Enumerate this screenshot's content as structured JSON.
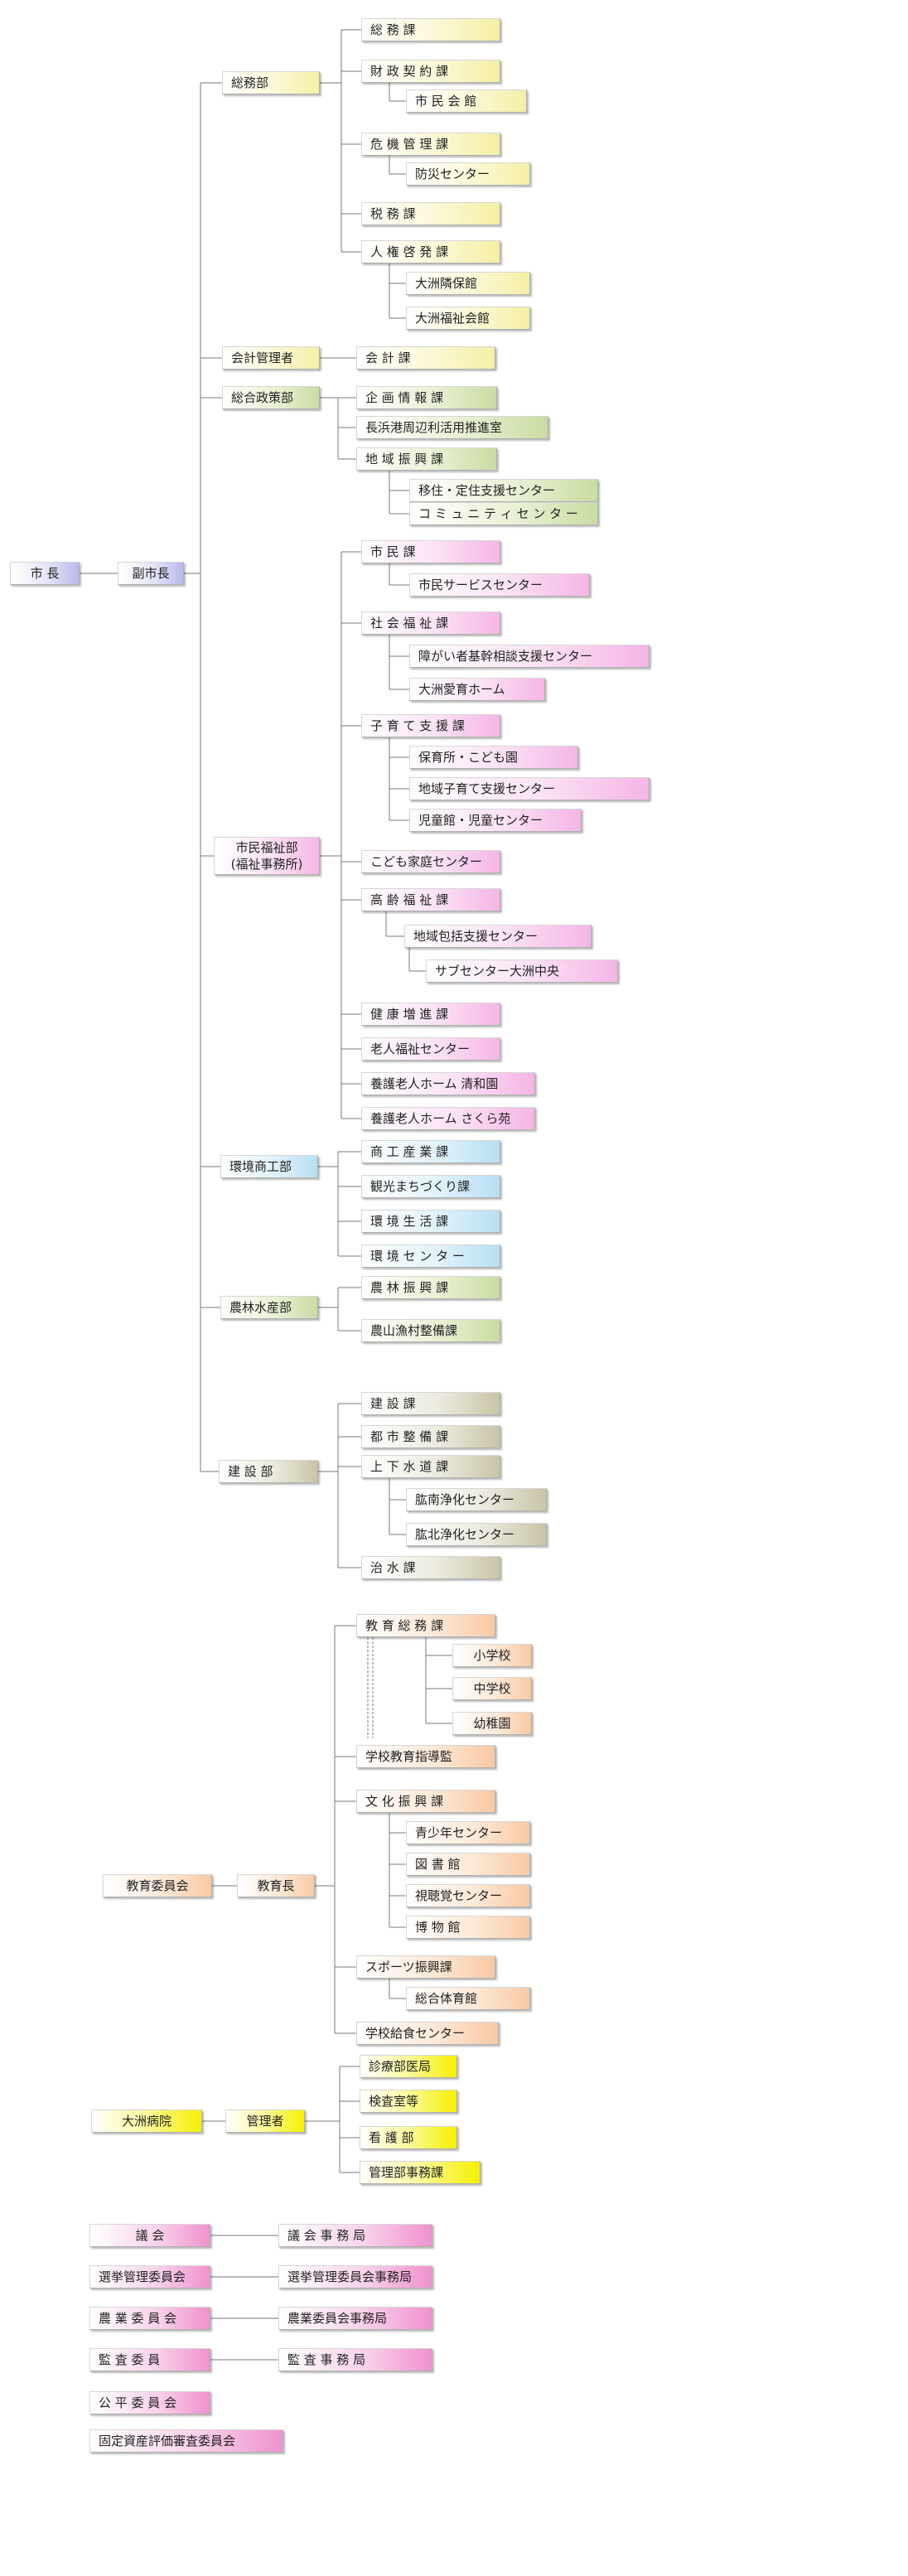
{
  "nodes": [
    {
      "id": "mayor",
      "label": "市 長",
      "color": "violet",
      "interactable": false
    },
    {
      "id": "vice_mayor",
      "label": "副市長",
      "color": "violet",
      "interactable": false
    },
    {
      "id": "somu_dept",
      "label": "総務部",
      "color": "yellow",
      "interactable": false
    },
    {
      "id": "somu_ka",
      "label": "総 務 課",
      "color": "yellow",
      "interactable": false
    },
    {
      "id": "zaisei_ka",
      "label": "財 政 契 約 課",
      "color": "yellow",
      "interactable": false
    },
    {
      "id": "shimin_kaikan",
      "label": "市 民 会 館",
      "color": "yellow",
      "interactable": false
    },
    {
      "id": "kiki_ka",
      "label": "危 機 管 理 課",
      "color": "yellow",
      "interactable": false
    },
    {
      "id": "bosai_center",
      "label": "防災センター",
      "color": "yellow",
      "interactable": false
    },
    {
      "id": "zeimu_ka",
      "label": "税 務 課",
      "color": "yellow",
      "interactable": false
    },
    {
      "id": "jinken_ka",
      "label": "人 権 啓 発 課",
      "color": "yellow",
      "interactable": false
    },
    {
      "id": "ozu_rinpo",
      "label": "大洲隣保館",
      "color": "yellow",
      "interactable": false
    },
    {
      "id": "ozu_fukushi_kaikan",
      "label": "大洲福祉会館",
      "color": "yellow",
      "interactable": false
    },
    {
      "id": "kaikei_kanri",
      "label": "会計管理者",
      "color": "yellow",
      "interactable": false
    },
    {
      "id": "kaikei_ka",
      "label": "会 計 課",
      "color": "yellow",
      "interactable": false
    },
    {
      "id": "sogo_dept",
      "label": "総合政策部",
      "color": "green",
      "interactable": false
    },
    {
      "id": "kikaku_ka",
      "label": "企 画 情 報 課",
      "color": "green",
      "interactable": false
    },
    {
      "id": "nagahama_ko",
      "label": "長浜港周辺利活用推進室",
      "color": "green",
      "interactable": false
    },
    {
      "id": "chiiki_shinko_ka",
      "label": "地 域 振 興 課",
      "color": "green",
      "interactable": false
    },
    {
      "id": "iju_center",
      "label": "移住・定住支援センター",
      "color": "green",
      "interactable": false
    },
    {
      "id": "community_center",
      "label": "コ ミ ュ ニ テ ィ セ ン タ ー",
      "color": "green",
      "interactable": false
    },
    {
      "id": "fukushi_dept_1",
      "label": "市民福祉部",
      "color": "pink",
      "interactable": false
    },
    {
      "id": "fukushi_dept_2",
      "label": "(福祉事務所)",
      "color": "pink",
      "interactable": false
    },
    {
      "id": "shimin_ka",
      "label": "市 民 課",
      "color": "pink",
      "interactable": false
    },
    {
      "id": "shimin_service",
      "label": "市民サービスセンター",
      "color": "pink",
      "interactable": false
    },
    {
      "id": "shakai_fukushi_ka",
      "label": "社 会 福 祉 課",
      "color": "pink",
      "interactable": false
    },
    {
      "id": "shogai_center",
      "label": "障がい者基幹相談支援センター",
      "color": "pink",
      "interactable": false
    },
    {
      "id": "ozu_aiiku",
      "label": "大洲愛育ホーム",
      "color": "pink",
      "interactable": false
    },
    {
      "id": "kosodate_ka",
      "label": "子 育 て 支 援 課",
      "color": "pink",
      "interactable": false
    },
    {
      "id": "hoikusho",
      "label": "保育所・こども園",
      "color": "pink",
      "interactable": false
    },
    {
      "id": "chiiki_kosodate",
      "label": "地域子育て支援センター",
      "color": "pink",
      "interactable": false
    },
    {
      "id": "jidokan",
      "label": "児童館・児童センター",
      "color": "pink",
      "interactable": false
    },
    {
      "id": "kodomo_katei",
      "label": "こども家庭センター",
      "color": "pink",
      "interactable": false
    },
    {
      "id": "korei_fukushi_ka",
      "label": "高 齢 福 祉 課",
      "color": "pink",
      "interactable": false
    },
    {
      "id": "chiiki_hokatsu",
      "label": "地域包括支援センター",
      "color": "pink",
      "interactable": false
    },
    {
      "id": "sub_center",
      "label": "サブセンター大洲中央",
      "color": "pink",
      "interactable": false
    },
    {
      "id": "kenko_ka",
      "label": "健 康 増 進 課",
      "color": "pink",
      "interactable": false
    },
    {
      "id": "rojin_fukushi",
      "label": "老人福祉センター",
      "color": "pink",
      "interactable": false
    },
    {
      "id": "yogo_seiwa",
      "label": "養護老人ホーム 清和園",
      "color": "pink",
      "interactable": false
    },
    {
      "id": "yogo_sakura",
      "label": "養護老人ホーム さくら苑",
      "color": "pink",
      "interactable": false
    },
    {
      "id": "kankyo_dept",
      "label": "環境商工部",
      "color": "blue",
      "interactable": false
    },
    {
      "id": "shoko_ka",
      "label": "商 工 産 業 課",
      "color": "blue",
      "interactable": false
    },
    {
      "id": "kanko_ka",
      "label": "観光まちづくり課",
      "color": "blue",
      "interactable": false
    },
    {
      "id": "kankyo_seikatsu_ka",
      "label": "環 境 生 活 課",
      "color": "blue",
      "interactable": false
    },
    {
      "id": "kankyo_center",
      "label": "環 境 セ ン タ ー",
      "color": "blue",
      "interactable": false
    },
    {
      "id": "norin_dept",
      "label": "農林水産部",
      "color": "green",
      "interactable": false
    },
    {
      "id": "norin_ka",
      "label": "農 林 振 興 課",
      "color": "green",
      "interactable": false
    },
    {
      "id": "nosan_ka",
      "label": "農山漁村整備課",
      "color": "green",
      "interactable": false
    },
    {
      "id": "kensetsu_dept",
      "label": "建 設 部",
      "color": "tan",
      "interactable": false
    },
    {
      "id": "kensetsu_ka",
      "label": "建 設 課",
      "color": "tan",
      "interactable": false
    },
    {
      "id": "toshi_ka",
      "label": "都 市 整 備 課",
      "color": "tan",
      "interactable": false
    },
    {
      "id": "josuido_ka",
      "label": "上 下 水 道 課",
      "color": "tan",
      "interactable": false
    },
    {
      "id": "hijinan_jouka",
      "label": "肱南浄化センター",
      "color": "tan",
      "interactable": false
    },
    {
      "id": "hijihoku_jouka",
      "label": "肱北浄化センター",
      "color": "tan",
      "interactable": false
    },
    {
      "id": "chisui_ka",
      "label": "治 水 課",
      "color": "tan",
      "interactable": false
    },
    {
      "id": "kyoiku_iinkai",
      "label": "教育委員会",
      "color": "orange",
      "interactable": false
    },
    {
      "id": "kyoikucho",
      "label": "教育長",
      "color": "orange",
      "interactable": false
    },
    {
      "id": "kyoiku_somu_ka",
      "label": "教 育 総 務 課",
      "color": "orange",
      "interactable": false
    },
    {
      "id": "shogakko",
      "label": "小学校",
      "color": "orange",
      "interactable": false
    },
    {
      "id": "chugakko",
      "label": "中学校",
      "color": "orange",
      "interactable": false
    },
    {
      "id": "yochien",
      "label": "幼稚園",
      "color": "orange",
      "interactable": false
    },
    {
      "id": "gakko_shido",
      "label": "学校教育指導監",
      "color": "orange",
      "interactable": false
    },
    {
      "id": "bunka_ka",
      "label": "文 化 振 興 課",
      "color": "orange",
      "interactable": false
    },
    {
      "id": "seishonen",
      "label": "青少年センター",
      "color": "orange",
      "interactable": false
    },
    {
      "id": "toshokan",
      "label": "図 書 館",
      "color": "orange",
      "interactable": false
    },
    {
      "id": "shichokaku",
      "label": "視聴覚センター",
      "color": "orange",
      "interactable": false
    },
    {
      "id": "hakubutsukan",
      "label": "博 物 館",
      "color": "orange",
      "interactable": false
    },
    {
      "id": "sports_ka",
      "label": "スポーツ振興課",
      "color": "orange",
      "interactable": false
    },
    {
      "id": "sogo_taiikukan",
      "label": "総合体育館",
      "color": "orange",
      "interactable": false
    },
    {
      "id": "kyushoku",
      "label": "学校給食センター",
      "color": "orange",
      "interactable": false
    },
    {
      "id": "ozu_byoin",
      "label": "大洲病院",
      "color": "bright",
      "interactable": false
    },
    {
      "id": "kanrisha",
      "label": "管理者",
      "color": "bright",
      "interactable": false
    },
    {
      "id": "shinryo",
      "label": "診療部医局",
      "color": "bright",
      "interactable": false
    },
    {
      "id": "kensa",
      "label": "検査室等",
      "color": "bright",
      "interactable": false
    },
    {
      "id": "kango",
      "label": "看 護 部",
      "color": "bright",
      "interactable": false
    },
    {
      "id": "kanri_jimu",
      "label": "管理部事務課",
      "color": "bright",
      "interactable": false
    },
    {
      "id": "gikai",
      "label": "議 会",
      "color": "magenta",
      "interactable": false
    },
    {
      "id": "gikai_jimu",
      "label": "議 会 事 務 局",
      "color": "magenta",
      "interactable": false
    },
    {
      "id": "senkyo",
      "label": "選挙管理委員会",
      "color": "magenta",
      "interactable": false
    },
    {
      "id": "senkyo_jimu",
      "label": "選挙管理委員会事務局",
      "color": "magenta",
      "interactable": false
    },
    {
      "id": "nogyo",
      "label": "農 業 委 員 会",
      "color": "magenta",
      "interactable": false
    },
    {
      "id": "nogyo_jimu",
      "label": "農業委員会事務局",
      "color": "magenta",
      "interactable": false
    },
    {
      "id": "kansa",
      "label": "監 査 委 員",
      "color": "magenta",
      "interactable": false
    },
    {
      "id": "kansa_jimu",
      "label": "監 査 事 務 局",
      "color": "magenta",
      "interactable": false
    },
    {
      "id": "kohei",
      "label": "公 平 委 員 会",
      "color": "magenta",
      "interactable": false
    },
    {
      "id": "kotei_shisan",
      "label": "固定資産評価審査委員会",
      "color": "magenta",
      "interactable": false
    }
  ],
  "colors": {
    "line": "#7a7a7a",
    "yellow": "#f5efa4",
    "green": "#c9dca2",
    "pink": "#f5b5e6",
    "blue": "#b7def3",
    "tan": "#c9c4a6",
    "orange": "#f8c9a4",
    "bright": "#f5f000",
    "magenta": "#ef92cf",
    "violet": "#b9b9ec"
  }
}
